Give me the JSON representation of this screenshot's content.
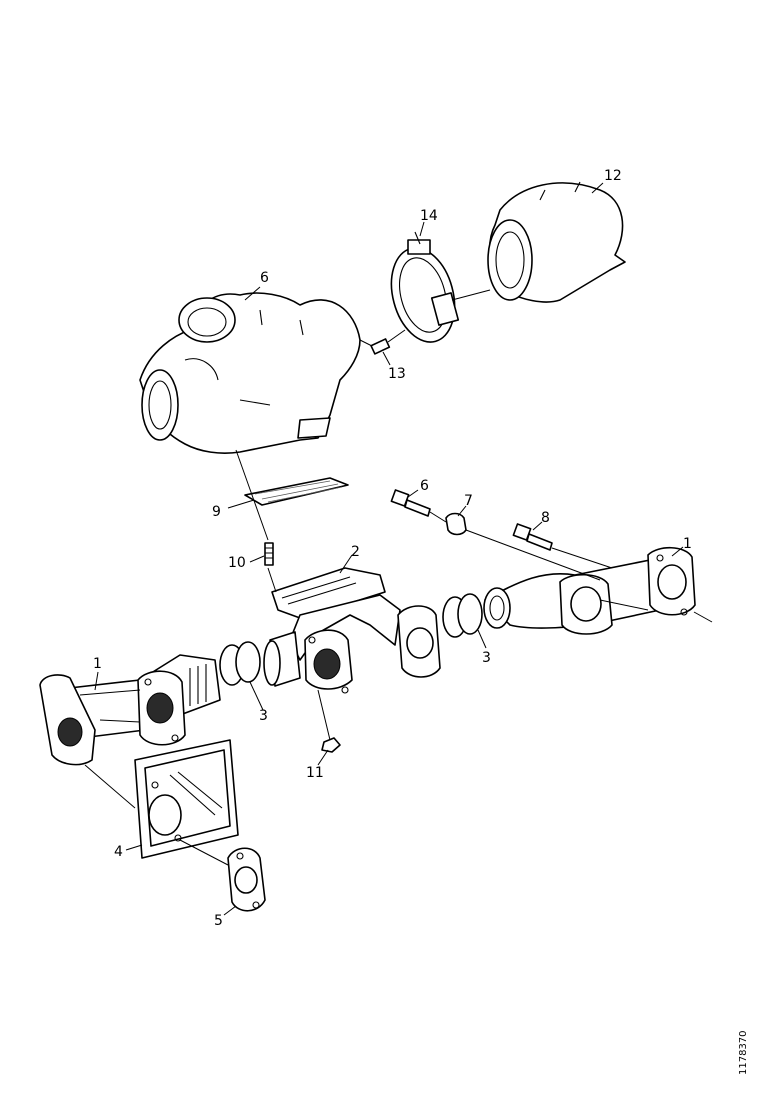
{
  "figure_ref": "1178370",
  "callouts": {
    "c1_left": "1",
    "c1_right": "1",
    "c2": "2",
    "c3_left": "3",
    "c3_right": "3",
    "c4": "4",
    "c5": "5",
    "c6_top": "6",
    "c6_bottom": "6",
    "c7": "7",
    "c8": "8",
    "c9": "9",
    "c10": "10",
    "c11": "11",
    "c12": "12",
    "c13": "13",
    "c14": "14"
  }
}
